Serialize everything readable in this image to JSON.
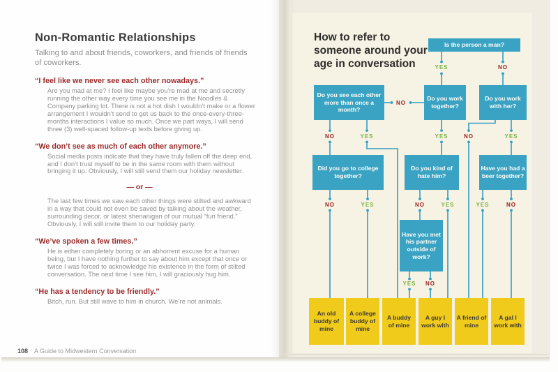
{
  "left_page": {
    "title": "Non-Romantic Relationships",
    "subtitle": "Talking to and about friends, coworkers, and friends of friends of coworkers.",
    "sections": {
      "s1_heading": "“I feel like we never see each other nowadays.”",
      "s1_body": "Are you mad at me? I feel like maybe you’re mad at me and secretly running the other way every time you see me in the Noodles & Company parking lot. There is not a hot dish I wouldn’t make or a flower arrangement I wouldn’t send to get us back to the once-every-three-months interactions I value so much. Once we part ways, I will send three (3) well-spaced follow-up texts before giving up.",
      "s2_heading": "“We don’t see as much of each other anymore.”",
      "s2_body": "Social media posts indicate that they have truly fallen off the deep end, and I don’t trust myself to be in the same room with them without bringing it up. Obviously, I will still send them our holiday newsletter.",
      "divider": "— or —",
      "s2b_body": "The last few times we saw each other things were stilted and awkward in a way that could not even be saved by talking about the weather, surrounding decor, or latest shenanigan of our mutual “fun friend.” Obviously, I will still invite them to our holiday party.",
      "s3_heading": "“We’ve spoken a few times.”",
      "s3_body": "He is either completely boring or an abhorrent excuse for a human being, but I have nothing further to say about him except that once or twice I was forced to acknowledge his existence in the form of stilted conversation. The next time I see him, I will graciously hug him.",
      "s4_heading": "“He has a tendency to be friendly.”",
      "s4_body": "Bitch, run. But still wave to him in church. We’re not animals."
    },
    "footer": {
      "page_number": "108",
      "book_title": "A Guide to Midwestern Conversation"
    }
  },
  "right_page": {
    "title": "How to refer to someone around your age in conversation",
    "flowchart": {
      "questions": {
        "man": "Is the person a man?",
        "month": "Do you see each other more than once a month?",
        "work_together": "Do you work together?",
        "work_with_her": "Do you work with her?",
        "college": "Did you go to college together?",
        "hate": "Do you kind of hate him?",
        "beer": "Have you had a beer together?",
        "partner": "Have you met his partner outside of work?"
      },
      "answers": {
        "yes": "YES",
        "no": "NO"
      },
      "results": {
        "r1": "An old buddy of mine",
        "r2": "A college buddy of mine",
        "r3": "A buddy of mine",
        "r4": "A guy I work with",
        "r5": "A friend of mine",
        "r6": "A gal I work with"
      },
      "colors": {
        "question_box": "#3aa3c4",
        "result_box": "#f1cb1c",
        "line": "#2f9ec0",
        "yes": "#7bb23e",
        "no": "#9b2125",
        "page_panel": "#f6f2e4"
      }
    }
  }
}
